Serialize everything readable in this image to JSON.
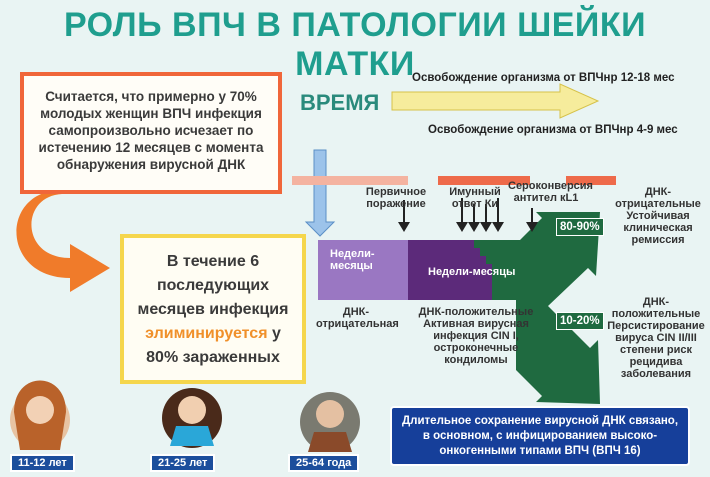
{
  "title": "РОЛЬ ВПЧ В ПАТОЛОГИИ ШЕЙКИ МАТКИ",
  "box1_text": "Считается, что примерно у 70% молодых женщин ВПЧ инфекция самопроизвольно исчезает по истечению 12 месяцев с момента обнаружения вирусной ДНК",
  "box2": {
    "before": "В течение 6 последующих месяцев инфекция ",
    "highlight": "элиминируется",
    "after": " у 80% зараженных"
  },
  "time_label": "ВРЕМЯ",
  "release_1": "Освобождение организма от ВПЧнр 12-18 мес",
  "release_2": "Освобождение организма от ВПЧнр 4-9 мес",
  "annotations": {
    "primary": "Первичное поражение",
    "immune": "Имунный ответ Ки",
    "serocon": "Сероконверсия антител кL1"
  },
  "stages": {
    "weeks_months_1": "Недели-месяцы",
    "weeks_months_2": "Недели-месяцы",
    "dna_negative": "ДНК-отрицательная",
    "dna_positive": "ДНК-положительные Активная вирусная инфекция CIN I, остроконечные кондиломы"
  },
  "branches": {
    "high_pct": "80-90%",
    "high_label": "ДНК-отрицательные Устойчивая клиническая ремиссия",
    "low_pct": "10-20%",
    "low_label": "ДНК-положительные Персистирование вируса CIN II/III степени риск рецидива заболевания"
  },
  "ages": [
    "11-12 лет",
    "21-25 лет",
    "25-64 года"
  ],
  "info_text": "Длительное сохранение вирусной ДНК связано, в основном, с инфицированием высоко-онкогенными типами ВПЧ (ВПЧ 16)",
  "colors": {
    "title": "#1f9e8e",
    "box1_border": "#f0663a",
    "box2_border": "#f5d64c",
    "purple": "#6a2a85",
    "green": "#1f6a40",
    "info_bg": "#163f9a"
  }
}
